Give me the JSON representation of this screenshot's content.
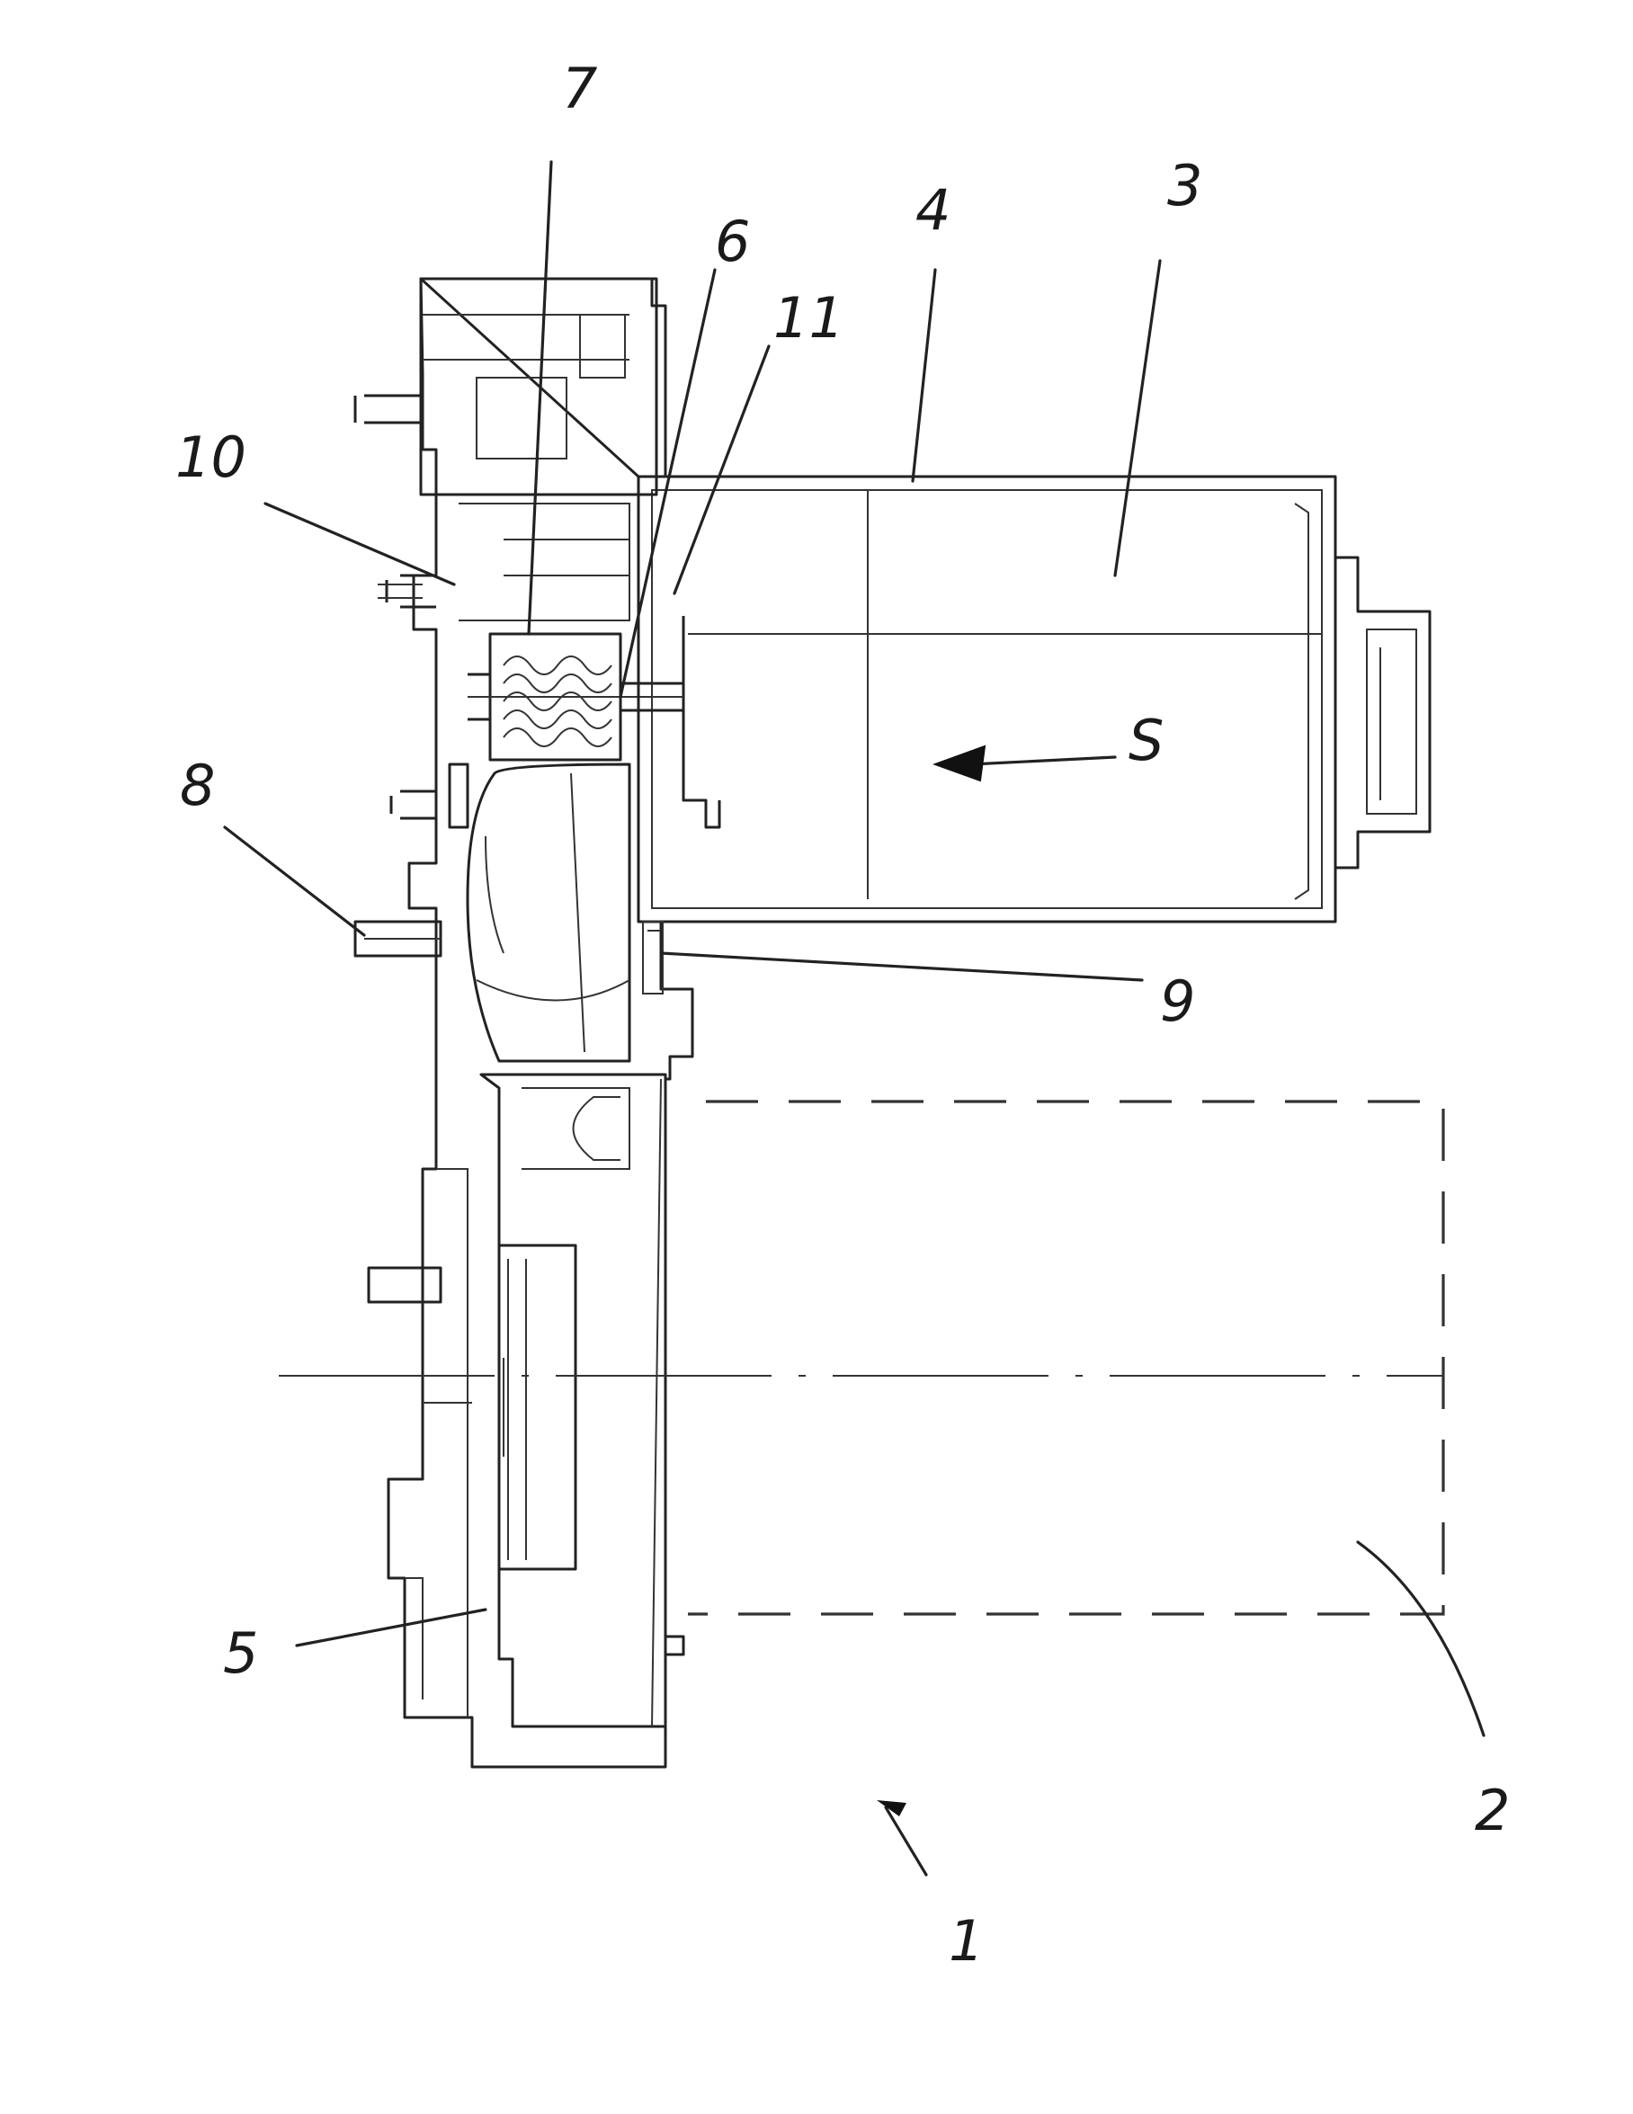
{
  "labels": {
    "r1": "1",
    "r2": "2",
    "r3": "3",
    "r4": "4",
    "r5": "5",
    "r6": "6",
    "r7": "7",
    "r8": "8",
    "r9": "9",
    "r10": "10",
    "r11": "11",
    "rS": "S"
  }
}
